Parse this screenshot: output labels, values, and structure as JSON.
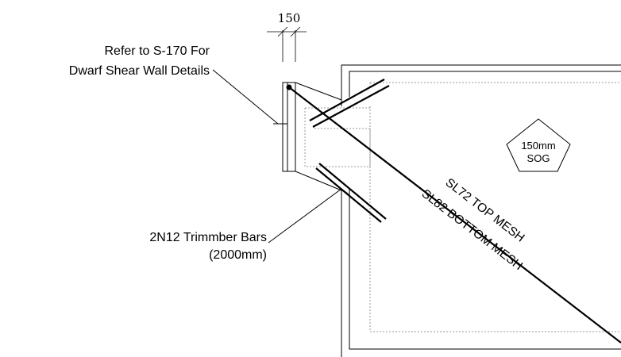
{
  "dimension": {
    "value": "150"
  },
  "notes": {
    "shear_wall": {
      "line1": "Refer to S-170 For",
      "line2": "Dwarf Shear Wall Details"
    },
    "trimmer": {
      "line1": "2N12 Trimmber Bars",
      "line2": "(2000mm)"
    }
  },
  "slab_tag": {
    "line1": "150mm",
    "line2": "SOG"
  },
  "mesh": {
    "top": "SL72 TOP MESH",
    "bottom": "SL82 BOTTOM MESH"
  }
}
